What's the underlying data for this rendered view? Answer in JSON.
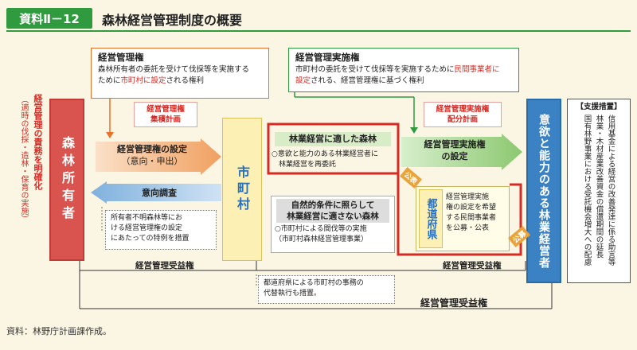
{
  "header": {
    "badge": "資料Ⅱ－12",
    "title": "森林経営管理制度の概要"
  },
  "left_vertical": {
    "title": "経営管理の責務を明確化",
    "sub": "（適時の伐採・造林・保育の実施）"
  },
  "owner": {
    "label": "森林所有者"
  },
  "city": {
    "label": "市町村"
  },
  "forester": {
    "label": "意欲と能力のある林業経営者"
  },
  "kanri_ken": {
    "title": "経営管理権",
    "desc_a": "森林所有者の委託を受けて伐採等を実施する",
    "desc_b_pre": "ために",
    "desc_b_red": "市町村に設定",
    "desc_b_post": "される権利"
  },
  "kanri_jisshi": {
    "title": "経営管理実施権",
    "desc_a_pre": "市町村の委託を受けて伐採等を実施するために",
    "desc_a_red": "民間事業者に",
    "desc_b_red": "設定",
    "desc_b_post": "される、経営管理権に基づく権利"
  },
  "plan_left": {
    "line1": "経営管理権",
    "line2": "集積計画"
  },
  "plan_right": {
    "line1": "経営管理実施権",
    "line2": "配分計画"
  },
  "arrow_set": {
    "line1": "経営管理権の設定",
    "line2": "（意向・申出）"
  },
  "arrow_survey": {
    "label": "意向調査"
  },
  "arrow_impl": {
    "line1": "経営管理実施権",
    "line2": "の設定"
  },
  "note_owner": {
    "line1": "所有者不明森林等にお",
    "line2": "ける経営管理権の設定",
    "line3": "にあたっての特例を措置"
  },
  "suitable": {
    "title": "林業経営に適した森林",
    "line1": "○意欲と能力のある林業経営者に",
    "line2": "　林業経営を再委託"
  },
  "unsuitable": {
    "title1": "自然的条件に照らして",
    "title2": "林業経営に適さない森林",
    "line1": "○市町村による間伐等の実施",
    "line2": "（市町村森林経営管理事業）"
  },
  "prefecture": {
    "label": "都道府県",
    "line1": "経営管理実施",
    "line2": "権の設定を希望",
    "line3": "する民間事業者",
    "line4": "を公募・公表"
  },
  "tags": {
    "kohyo": "公表",
    "kobo": "公募"
  },
  "benefit": {
    "left": "経営管理受益権",
    "right": "経営管理受益権",
    "bottom": "経営管理受益権"
  },
  "note_pref": {
    "line1": "都道府県による市町村の事務の",
    "line2": "代替執行も措置。"
  },
  "support": {
    "title": "【支援措置】",
    "col1": "信用基金による経営の改善発達に係る助言等",
    "col2": "林業・木材産業改善資金の償還期間の延長",
    "col3": "国有林野事業における受託機会増大への配慮"
  },
  "footer": "資料：林野庁計画課作成。",
  "colors": {
    "green": "#2f9a3e",
    "red": "#d62b24",
    "orange": "#e8722a",
    "blue": "#3a82c4",
    "cream": "#fbf6e4"
  }
}
